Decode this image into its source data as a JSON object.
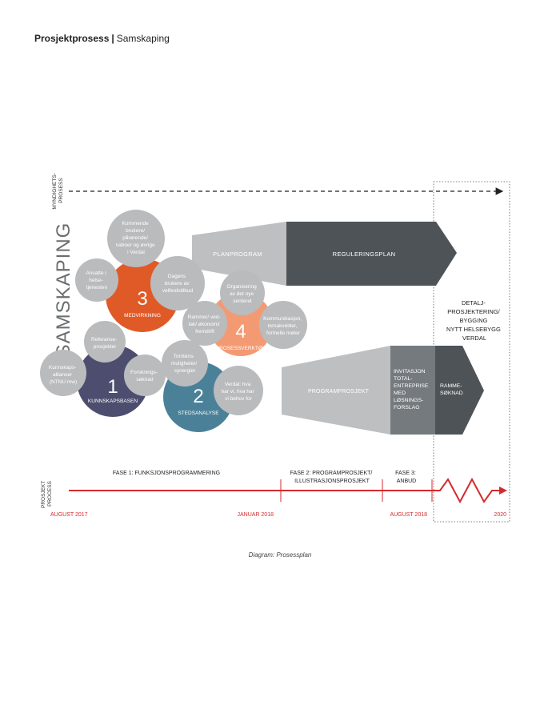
{
  "header": {
    "title": "Prosjektprosess",
    "separator": "|",
    "subtitle": "Samskaping"
  },
  "caption": "Diagram: Prosessplan",
  "colors": {
    "red": "#d42a2e",
    "dark": "#4e5357",
    "gray": "#bdbfc1",
    "midgray": "#757a7e",
    "bubble": "#b9bbbd",
    "orange": "#e05a28",
    "peach": "#f39a73",
    "navy": "#4d4e6f",
    "teal": "#4a8199"
  },
  "labels": {
    "myndighets": [
      "MYNDIGHETS-",
      "PROSESS"
    ],
    "prosjekt": [
      "PROSJEKT",
      "PROCESS"
    ],
    "samskaping": "SAMSKAPING",
    "detalj": [
      "DETALJ-",
      "PROSJEKTERING/",
      "BYGGING",
      "NYTT HELSEBYGG",
      "VERDAL"
    ]
  },
  "arrows": {
    "planprogram": "PLANPROGRAM",
    "reguleringsplan": "REGULERINGSPLAN",
    "programprosjekt": "PROGRAMPROSJEKT",
    "invitasjon": [
      "INVITASJON",
      "TOTAL-",
      "ENTREPRISE",
      "MED",
      "LØSNINGS-",
      "FORSLAG"
    ],
    "rammesoknad": [
      "RAMME-",
      "SØKNAD"
    ]
  },
  "clusters": {
    "medvirkning": {
      "number": "3",
      "title": "MEDVIRKNING",
      "b_top": [
        "Kommende",
        "brukere/",
        "pårørende/",
        "naboer og øvrige",
        "i Verdal"
      ],
      "b_left": [
        "Ansatte i",
        "helse-",
        "tjenesten"
      ],
      "b_right": [
        "Dagens",
        "brukere av",
        "velferdstilbud"
      ]
    },
    "prosessverktoy": {
      "number": "4",
      "title": "PROSESSVERKTØY",
      "b_top": [
        "Organisering",
        "av det nye",
        "senteret"
      ],
      "b_left": [
        "Rammer/ ved-",
        "tak/ økonomi/",
        "fremdrift"
      ],
      "b_right": [
        "Kommunikasjon,",
        "temakvelder,",
        "formelle møter"
      ]
    },
    "kunnskapsbasen": {
      "number": "1",
      "title": "KUNNSKAPSBASEN",
      "b_top": [
        "Referanse-",
        "prosjekter"
      ],
      "b_left": [
        "Kunnskaps-",
        "allianser",
        "(NTNU mw)"
      ],
      "b_right": [
        "Forsknings-",
        "søknad"
      ]
    },
    "stedsanalyse": {
      "number": "2",
      "title": "STEDSANALYSE",
      "b_top": [
        "Tomtens-",
        "muligheter/",
        "synergier"
      ],
      "b_right": [
        "Verdal: hva",
        "har vi, hva har",
        "vi behov for"
      ]
    }
  },
  "timeline": {
    "phase1": "FASE 1: FUNKSJONSPROGRAMMERING",
    "phase2": [
      "FASE 2: PROGRAMPROSJEKT/",
      "ILLUSTRASJONSPROSJEKT"
    ],
    "phase3": [
      "FASE 3:",
      "ANBUD"
    ],
    "dates": {
      "aug2017": "AUGUST 2017",
      "jan2018": "JANUAR 2018",
      "aug2018": "AUGUST 2018",
      "y2020": "2020"
    }
  }
}
